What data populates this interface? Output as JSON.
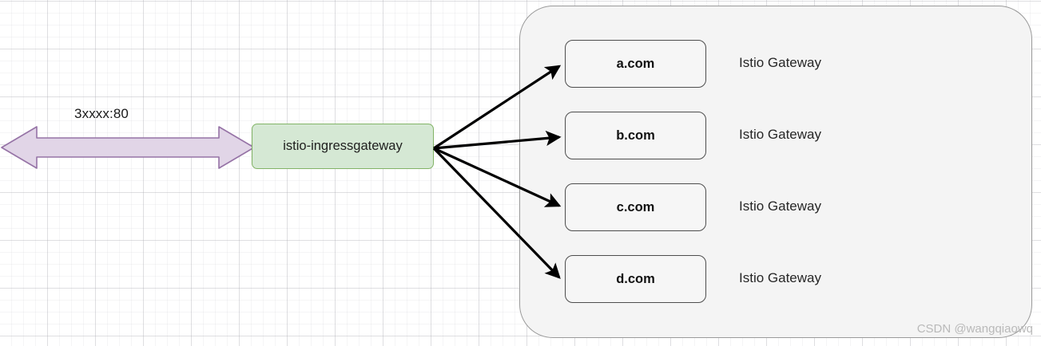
{
  "diagram": {
    "port_label": "3xxxx:80",
    "ingress": {
      "label": "istio-ingressgateway",
      "fill": "#d5e8d4",
      "border": "#82b366"
    },
    "container": {
      "fill": "#f4f4f4",
      "border": "#9a9a9a"
    },
    "arrow": {
      "fill": "#e1d5e7",
      "stroke": "#9673a6"
    },
    "connector_color": "#000000",
    "rows": [
      {
        "domain": "a.com",
        "gateway": "Istio Gateway"
      },
      {
        "domain": "b.com",
        "gateway": "Istio Gateway"
      },
      {
        "domain": "c.com",
        "gateway": "Istio Gateway"
      },
      {
        "domain": "d.com",
        "gateway": "Istio Gateway"
      }
    ],
    "watermark": "CSDN @wangqiaowq"
  }
}
